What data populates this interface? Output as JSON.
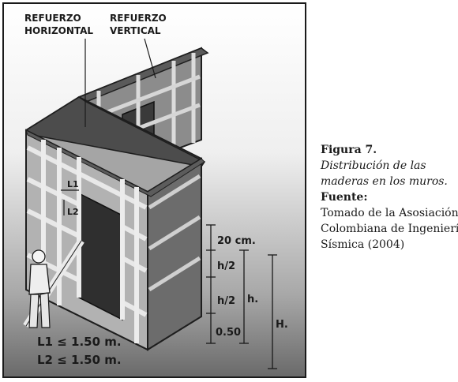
{
  "labels": {
    "refuerzo_h_1": "REFUERZO",
    "refuerzo_h_2": "HORIZONTAL",
    "refuerzo_v_1": "REFUERZO",
    "refuerzo_v_2": "VERTICAL",
    "l1": "L1",
    "l2": "L2",
    "dim_20cm": "20 cm.",
    "dim_h2_top": "h/2",
    "dim_h2_bottom": "h/2",
    "dim_h": "h.",
    "dim_H": "H.",
    "dim_050": "0.50",
    "formula_1": "L1 ≤ 1.50 m.",
    "formula_2": "L2 ≤ 1.50 m."
  },
  "caption": {
    "figure_label": "Figura 7.",
    "description_1": "Distribución de las",
    "description_2": "maderas en los muros.",
    "source_label": "Fuente:",
    "source_1": "Tomado de la Asosiación",
    "source_2": "Colombiana de Ingeniería",
    "source_3": "Sísmica (2004)"
  }
}
